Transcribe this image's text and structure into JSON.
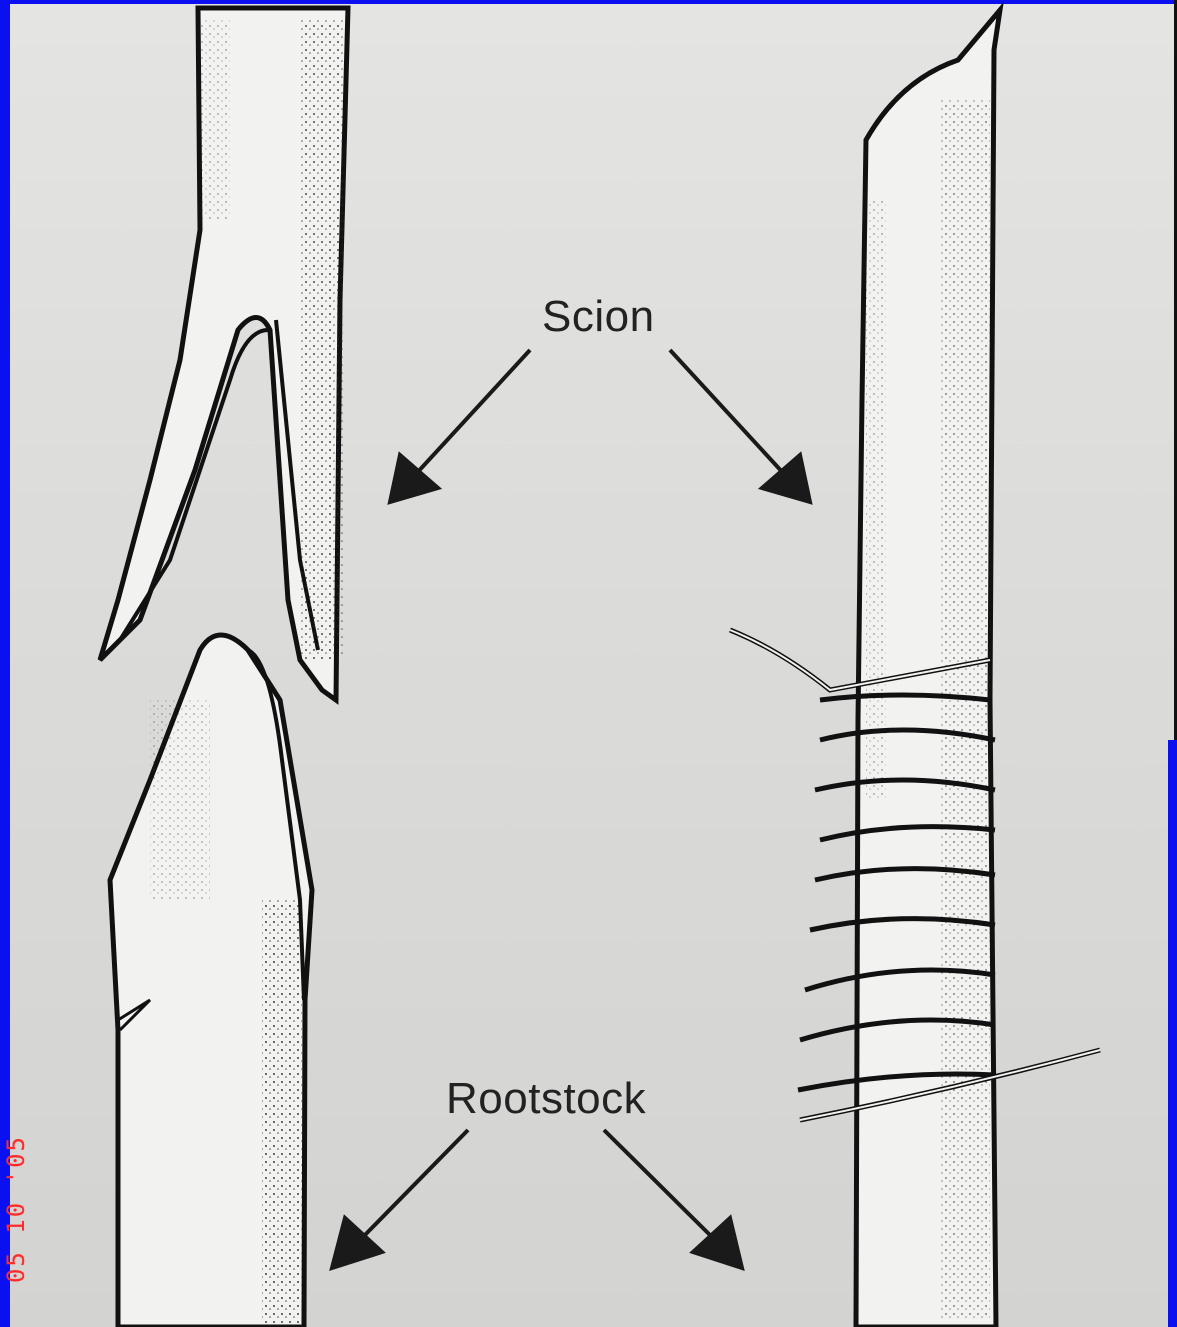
{
  "diagram": {
    "labels": {
      "scion": "Scion",
      "rootstock": "Rootstock"
    },
    "timestamp": "05 10 '05",
    "colors": {
      "frame_blue": "#0a10f0",
      "paper": "#dcdcda",
      "ink": "#1a1a1a",
      "timestamp_red": "#ff2a2a"
    }
  }
}
